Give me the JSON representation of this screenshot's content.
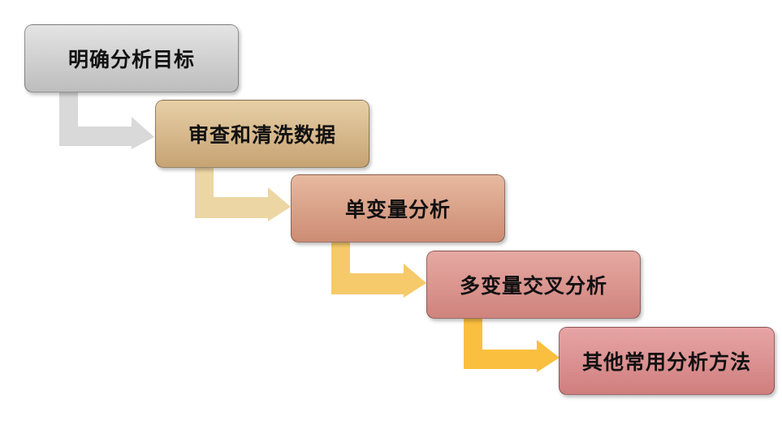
{
  "steps": [
    {
      "label": "明确分析目标"
    },
    {
      "label": "审查和清洗数据"
    },
    {
      "label": "单变量分析"
    },
    {
      "label": "多变量交叉分析"
    },
    {
      "label": "其他常用分析方法"
    }
  ],
  "colors": {
    "arrow_1": "#d9d9d9",
    "arrow_2": "#ecd6a3",
    "arrow_3": "#f6c96a",
    "arrow_4": "#fbbf3f"
  }
}
